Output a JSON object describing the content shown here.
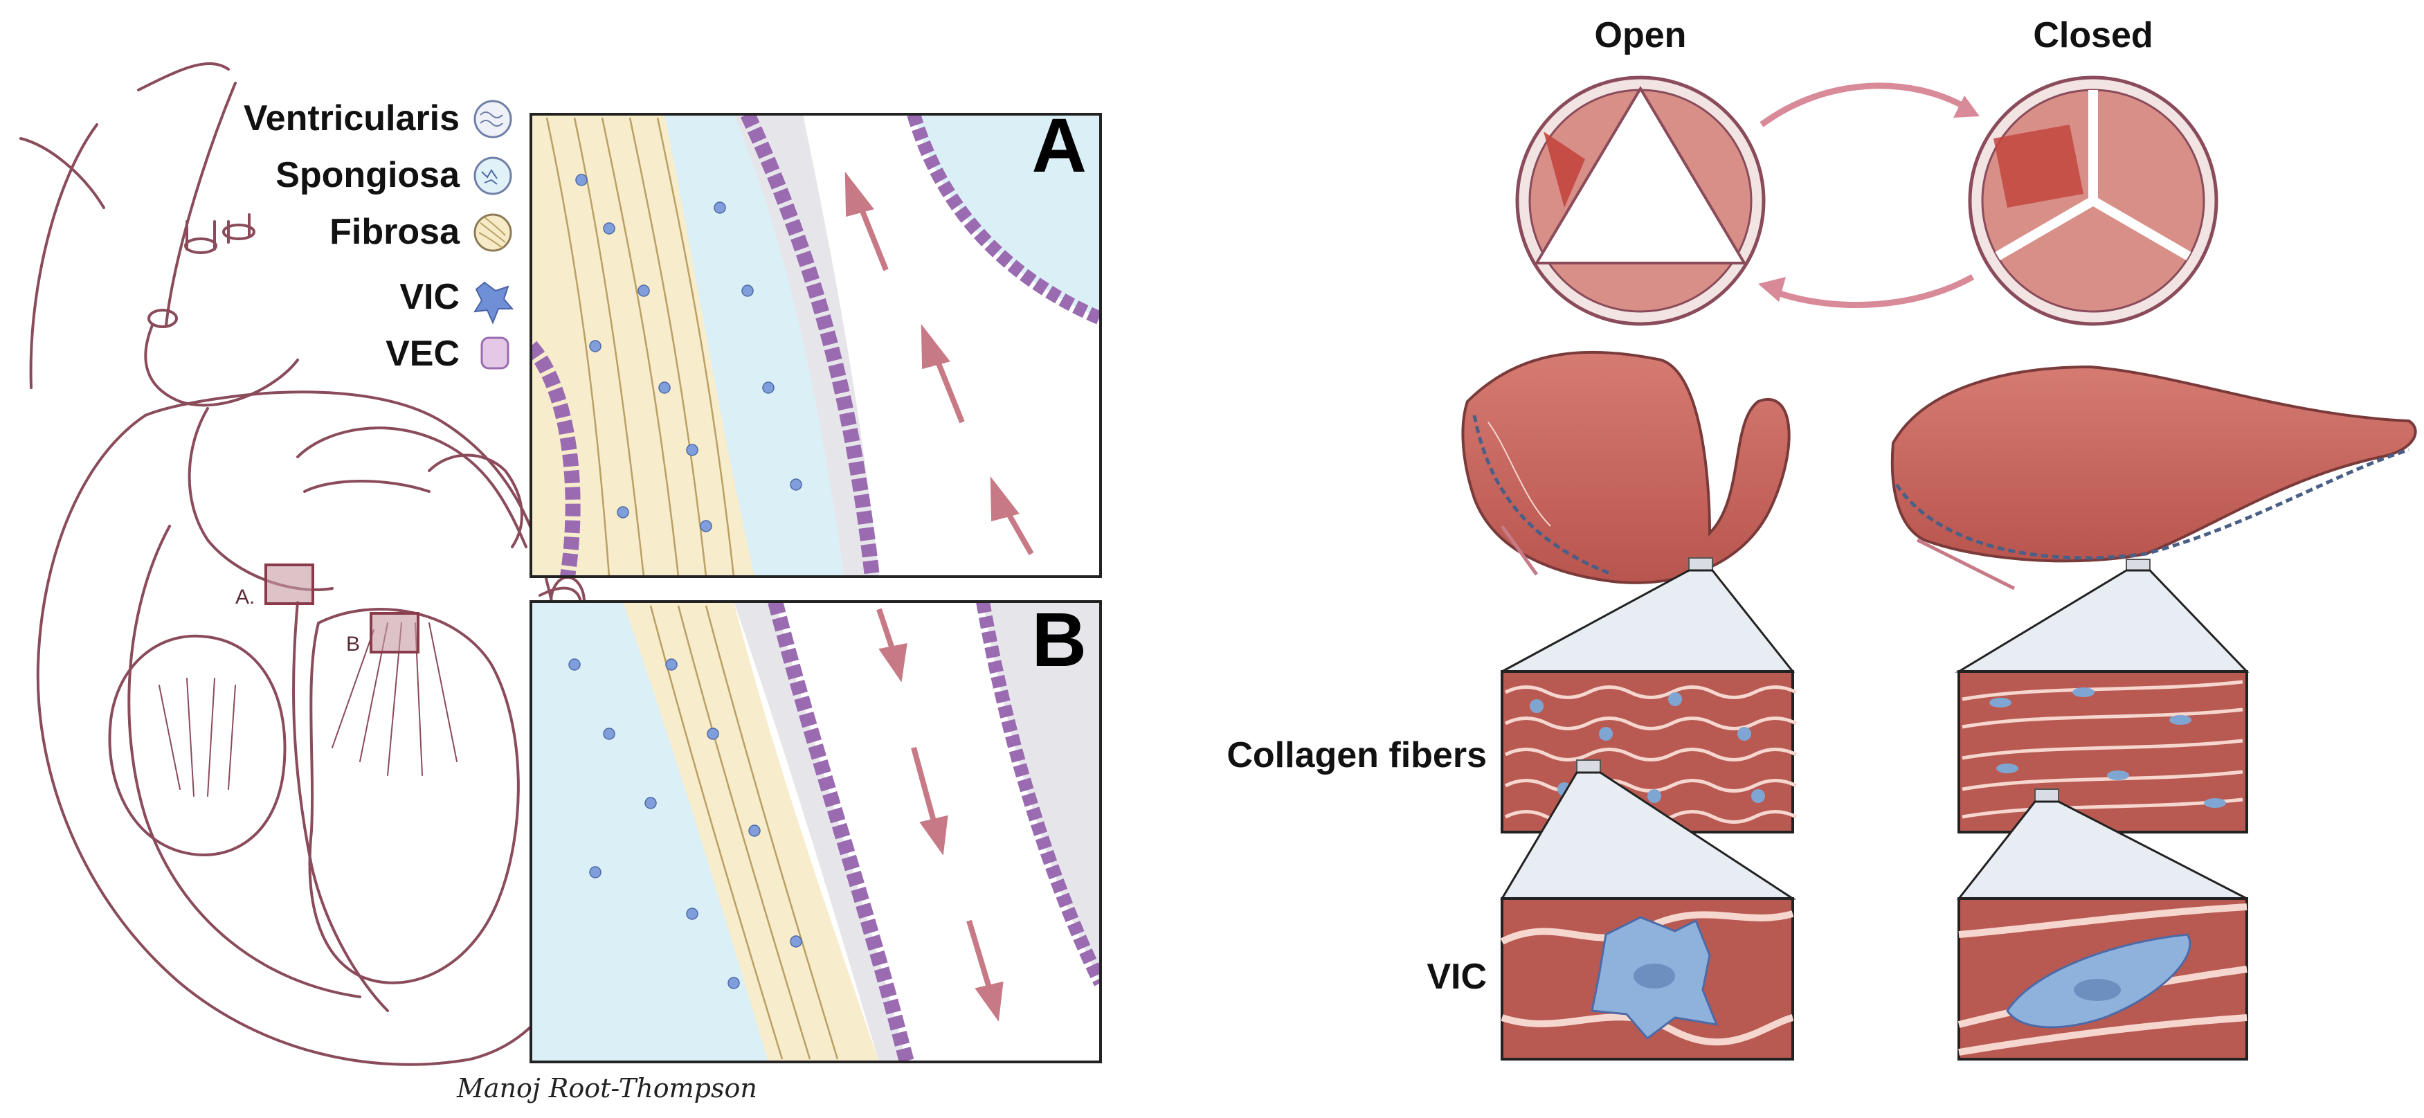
{
  "legend": {
    "items": [
      {
        "label": "Ventricularis",
        "icon": "ventricularis-swatch-icon"
      },
      {
        "label": "Spongiosa",
        "icon": "spongiosa-swatch-icon"
      },
      {
        "label": "Fibrosa",
        "icon": "fibrosa-swatch-icon"
      },
      {
        "label": "VIC",
        "icon": "vic-cell-icon"
      },
      {
        "label": "VEC",
        "icon": "vec-cell-icon"
      }
    ]
  },
  "heart": {
    "region_a_label": "A.",
    "region_b_label": "B"
  },
  "panels": {
    "a_letter": "A",
    "b_letter": "B"
  },
  "valve_states": {
    "open_label": "Open",
    "closed_label": "Closed"
  },
  "row_labels": {
    "collagen": "Collagen fibers",
    "vic": "VIC"
  },
  "signature": "Manoj Root-Thompson",
  "colors": {
    "heart_outline": "#8a4b5a",
    "leaflet_tissue": "#c8665e",
    "leaflet_dark": "#a94a44",
    "zoom_bg": "#b85a52",
    "fiber": "#f6d7cf",
    "vic_blue": "#7fa6d3",
    "vec_purple": "#9a6bb0",
    "fibrosa_yellow": "#f4e6b8",
    "spongiosa_blue": "#d7eef6",
    "arrow_pink": "#c77a86",
    "zoom_callout": "#e8edf3"
  }
}
